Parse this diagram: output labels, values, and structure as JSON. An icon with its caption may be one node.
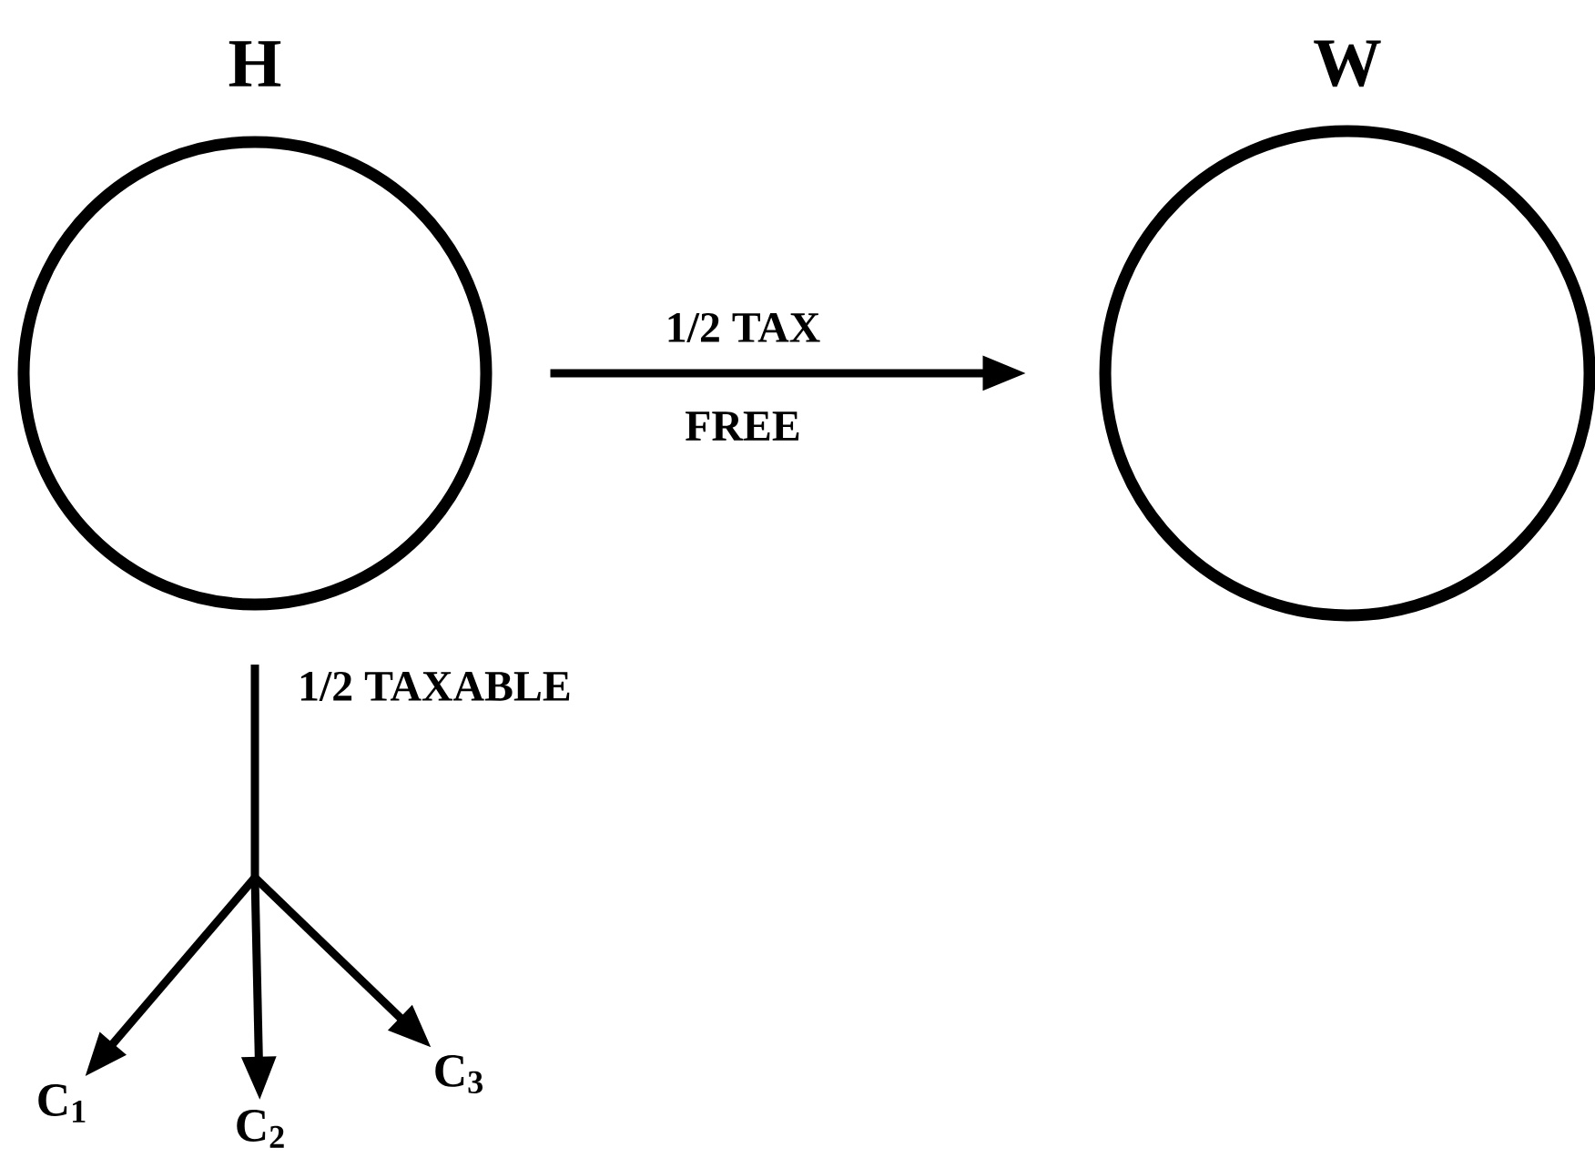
{
  "diagram": {
    "nodes": [
      {
        "text": [
          "H"
        ]
      },
      {
        "text": [
          "W"
        ]
      },
      {
        "text": [
          "C$_{1}$"
        ]
      },
      {
        "text": [
          "C$_{2}$"
        ]
      },
      {
        "text": [
          "C$_{3}$"
        ]
      }
    ],
    "edges": [
      {
        "from": 0,
        "to": 1,
        "arrow": "to",
        "label": "1/2 TAX"
      },
      {
        "from": 0,
        "to": 2,
        "arrow": "to"
      },
      {
        "from": 0,
        "to": 3,
        "arrow": "to",
        "label": "1/2 TAXABLE"
      },
      {
        "from": 0,
        "to": 4,
        "arrow": "to"
      }
    ],
    "labels": [
      "FREE"
    ]
  }
}
